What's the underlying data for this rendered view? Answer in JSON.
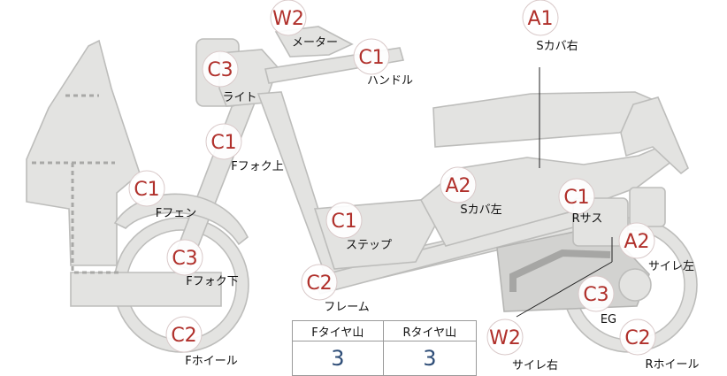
{
  "parts": [
    {
      "id": "front-wheel",
      "grade": "C2",
      "label": "Fホイール"
    },
    {
      "id": "front-fork-lower",
      "grade": "C3",
      "label": "Fフォク下"
    },
    {
      "id": "front-fender",
      "grade": "C1",
      "label": "Fフェン"
    },
    {
      "id": "front-fork-upper",
      "grade": "C1",
      "label": "Fフォク上"
    },
    {
      "id": "light",
      "grade": "C3",
      "label": "ライト"
    },
    {
      "id": "meter",
      "grade": "W2",
      "label": "メーター"
    },
    {
      "id": "handle",
      "grade": "C1",
      "label": "ハンドル"
    },
    {
      "id": "step",
      "grade": "C1",
      "label": "ステップ"
    },
    {
      "id": "frame",
      "grade": "C2",
      "label": "フレーム"
    },
    {
      "id": "side-cover-left",
      "grade": "A2",
      "label": "Sカバ左"
    },
    {
      "id": "side-cover-right",
      "grade": "A1",
      "label": "Sカバ右"
    },
    {
      "id": "rear-suspension",
      "grade": "C1",
      "label": "Rサス"
    },
    {
      "id": "muffler-left",
      "grade": "A2",
      "label": "サイレ左"
    },
    {
      "id": "engine",
      "grade": "C3",
      "label": "EG"
    },
    {
      "id": "rear-wheel",
      "grade": "C2",
      "label": "Rホイール"
    },
    {
      "id": "muffler-right",
      "grade": "W2",
      "label": "サイレ右"
    }
  ],
  "tread": {
    "front_header": "Fタイヤ山",
    "rear_header": "Rタイヤ山",
    "front_value": "3",
    "rear_value": "3"
  },
  "colors": {
    "grade_text": "#b0302b",
    "tread_value": "#2f4e78",
    "part_fill": "#e3e3e1"
  }
}
